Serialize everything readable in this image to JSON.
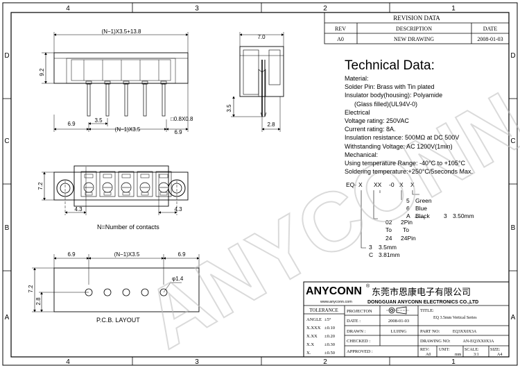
{
  "grid": {
    "columns": [
      "4",
      "3",
      "2",
      "1"
    ],
    "rows": [
      "D",
      "C",
      "B",
      "A"
    ]
  },
  "revision": {
    "title": "REVISION DATA",
    "headers": [
      "REV",
      "DESCRIPTION",
      "DATE"
    ],
    "row": [
      "A0",
      "NEW DRAWING",
      "2008-01-03"
    ]
  },
  "technical": {
    "title": "Technical Data:",
    "lines": [
      "Material:",
      "Solder Pin: Brass with Tin plated",
      "Insulator body(housing): Polyamide",
      "(Glass filled)(UL94V-0)",
      "Electrical",
      "Voltage rating: 250VAC",
      "Current rating: 8A.",
      "Insulation resistance: 500MΩ at DC 500V",
      "Withstanding Voltage: AC 1200V(1min)",
      "Mechanical:",
      "Using temperature Range: -40°C to +105°C",
      "Soldering temperature:+250°C/5seconds Max."
    ]
  },
  "part_code": {
    "segments": [
      "EQ-",
      "X",
      "XX",
      "-0",
      "X",
      "X"
    ],
    "color_options": [
      [
        "5",
        "Green"
      ],
      [
        "6",
        "Blue"
      ],
      [
        "A",
        "Black"
      ]
    ],
    "pitch_opt_3": [
      "3",
      "3.50mm"
    ],
    "pin_options": [
      [
        "02",
        "2Pin"
      ],
      [
        "To",
        "To"
      ],
      [
        "24",
        "24Pin"
      ]
    ],
    "series_options": [
      [
        "3",
        "3.5mm"
      ],
      [
        "C",
        "3.81mm"
      ]
    ]
  },
  "dimensions": {
    "top_width": "(N−1)X3.5+13.8",
    "height_92": "9.2",
    "left_69": "6.9",
    "pitch_35": "3.5",
    "mid_n135": "(N−1)X3.5",
    "right_69": "6.9",
    "pin_08": "□0.8X0.8",
    "side_70": "7.0",
    "side_35": "3.5",
    "side_28": "2.8",
    "front_72": "7.2",
    "front_43_l": "4.3",
    "front_43_r": "4.3",
    "pcb_69_l": "6.9",
    "pcb_n135": "(N−1)X3.5",
    "pcb_69_r": "6.9",
    "pcb_72": "7.2",
    "pcb_28": "2.8",
    "hole": "φ1.4"
  },
  "labels": {
    "n_contacts": "N=Number of contacts",
    "pcb_layout": "P.C.B.  LAYOUT",
    "watermark": "ANYCONN"
  },
  "titleblock": {
    "brand": "ANYCONN",
    "brand_cn": "东莞市恩康电子有限公司",
    "website": "www.anyconn.com",
    "company_en": "DONGGUAN  ANYCONN  ELECTRONICS CO.,LTD",
    "tolerance_title": "TOLERANCE",
    "tolerances": [
      [
        "ANGLE",
        "±5°"
      ],
      [
        "X.XXX",
        "±0.10"
      ],
      [
        "X.XX",
        "±0.20"
      ],
      [
        "X.X",
        "±0.30"
      ],
      [
        "X.",
        "±0.50"
      ]
    ],
    "projection": "PROJECTON",
    "date_label": "DATE :",
    "date_value": "2008-01-03",
    "drawn_label": "DRAWN :",
    "drawn_value": "LUJING",
    "checked_label": "CHECKED :",
    "approved_label": "APPROVED :",
    "title_label": "TITLE:",
    "title_value": "EQ  3.5mm Vertical Series",
    "partno_label": "PART NO:",
    "partno_value": "EQ3XX0X3A",
    "drawingno_label": "DRAWING NO:",
    "drawingno_value": "AN-EQ3XX0X3A",
    "rev_label": "REV:",
    "rev_value": "A0",
    "unit_label": "UNIT:",
    "unit_value": "mm",
    "scale_label": "SCALE:",
    "scale_value": "3:1",
    "size_label": "SIZE:",
    "size_value": "A4"
  }
}
